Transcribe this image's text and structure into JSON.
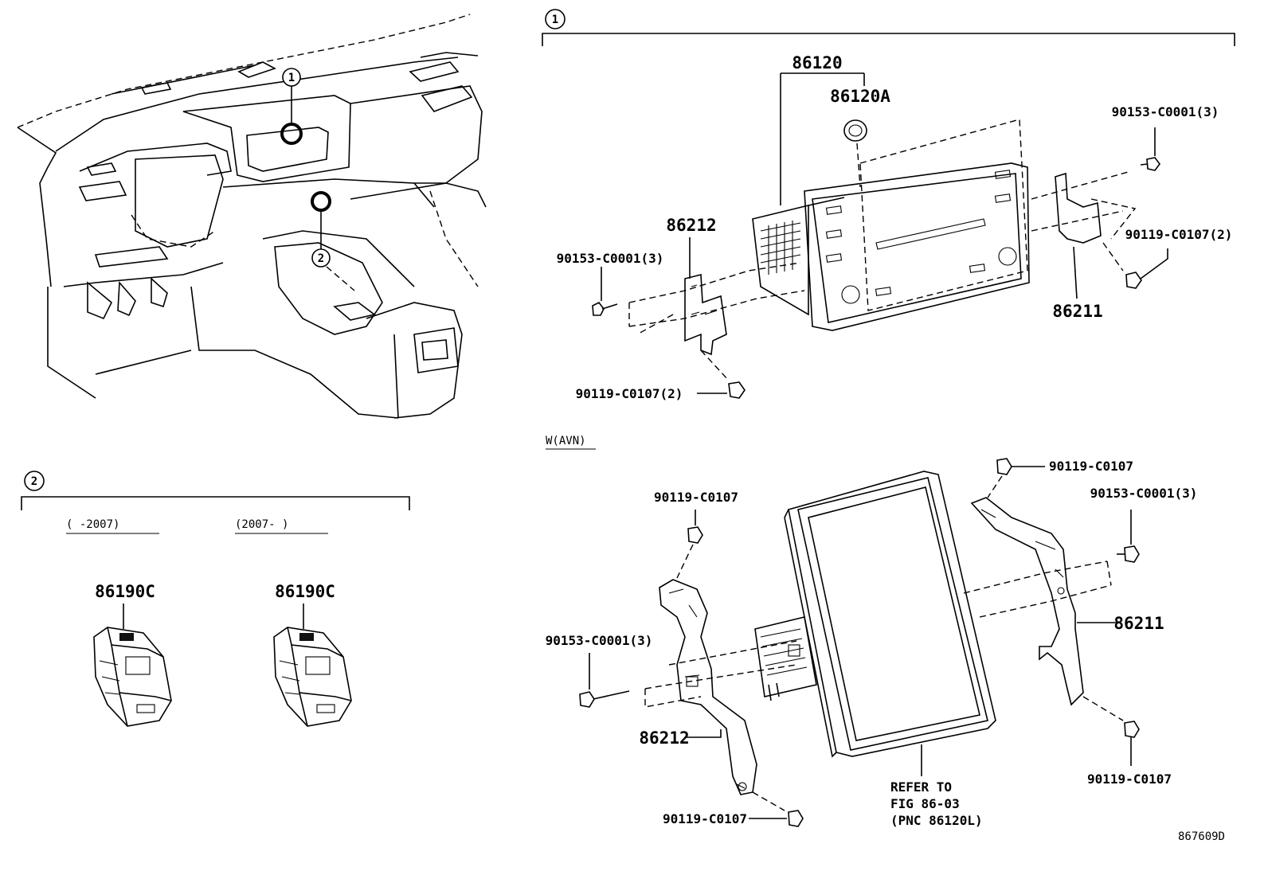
{
  "callouts": {
    "c1": "1",
    "c2": "2"
  },
  "panel1": {
    "p_86120": "86120",
    "p_86120A": "86120A",
    "p_86212": "86212",
    "p_86211": "86211",
    "bolt_top_right": "90153-C0001(3)",
    "bolt_left": "90153-C0001(3)",
    "screw_right": "90119-C0107(2)",
    "screw_bottom": "90119-C0107(2)"
  },
  "panel_avn": {
    "heading": "W(AVN)",
    "screw_top_left": "90119-C0107",
    "screw_top_right": "90119-C0107",
    "bolt_right": "90153-C0001(3)",
    "bolt_left": "90153-C0001(3)",
    "p_86211": "86211",
    "p_86212": "86212",
    "screw_bottom_left": "90119-C0107",
    "screw_bottom_right": "90119-C0107",
    "refer_line1": "REFER TO",
    "refer_line2": "FIG 86-03",
    "refer_line3": "(PNC 86120L)"
  },
  "panel2": {
    "range_left": "(      -2007)",
    "range_right": "(2007-      )",
    "part_left": "86190C",
    "part_right": "86190C"
  },
  "figure_id": "867609D"
}
